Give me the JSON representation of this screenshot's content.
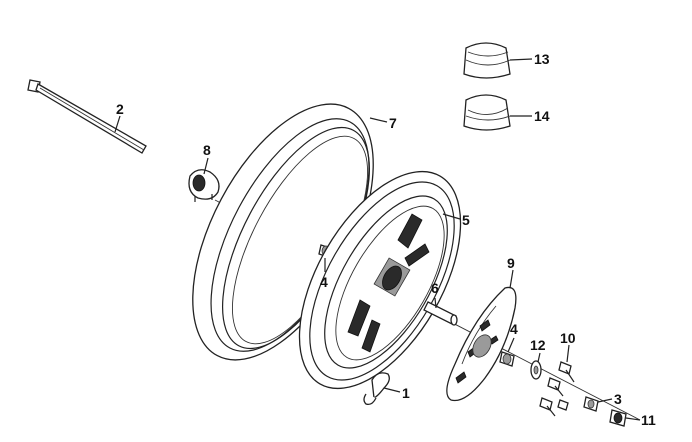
{
  "callouts": {
    "c1": "1",
    "c2": "2",
    "c3": "3",
    "c4a": "4",
    "c4b": "4",
    "c5": "5",
    "c6": "6",
    "c7": "7",
    "c8": "8",
    "c9": "9",
    "c10": "10",
    "c11": "11",
    "c12": "12",
    "c13": "13",
    "c14": "14"
  },
  "colors": {
    "line": "#222222",
    "background": "#ffffff"
  }
}
